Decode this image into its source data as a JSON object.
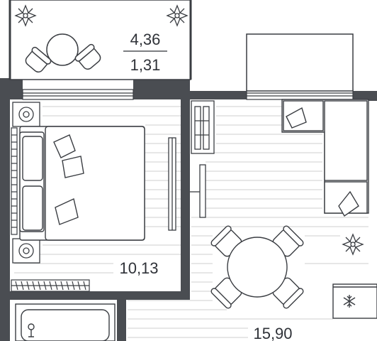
{
  "rooms": {
    "balcony_total": "4,36",
    "balcony_reduced": "1,31",
    "bedroom": "10,13",
    "living_kitchen": "15,90"
  },
  "colors": {
    "wall": "#4a4d52",
    "line": "#3a3d42",
    "floor_line": "#c8c8c8",
    "background": "#ffffff"
  },
  "icons": [
    "plant-icon",
    "snowflake-icon"
  ]
}
